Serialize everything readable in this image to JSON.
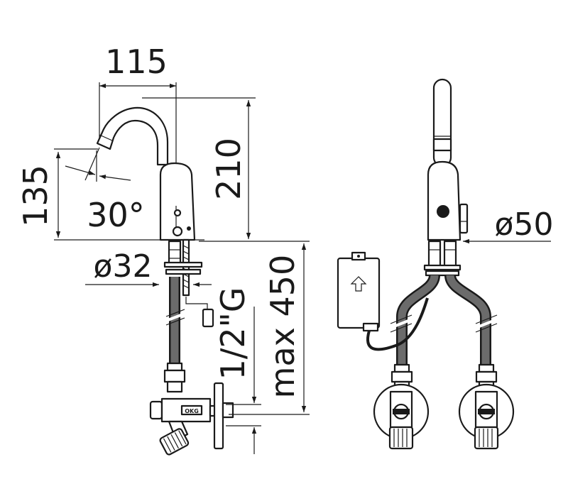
{
  "dimensions": {
    "width_115": "115",
    "height_135": "135",
    "angle_30": "30°",
    "height_210": "210",
    "diameter_32": "ø32",
    "thread": "1/2\"G",
    "max_450": "max 450",
    "diameter_50": "ø50"
  },
  "labels": {
    "valve_badge": "OKG"
  },
  "colors": {
    "line": "#1a1a1a",
    "hose_fill": "#6b6b6b",
    "background": "#ffffff"
  }
}
